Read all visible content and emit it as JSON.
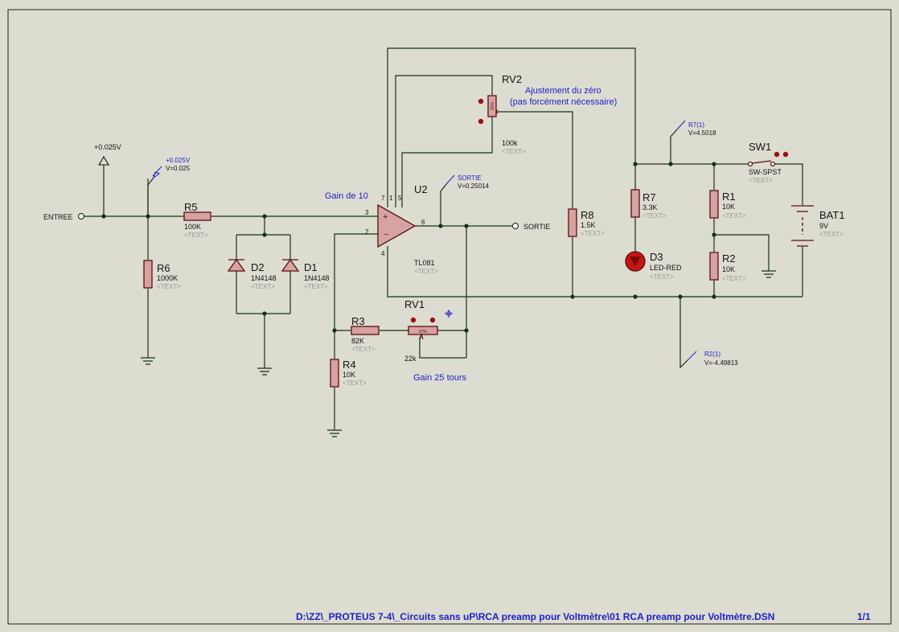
{
  "components": {
    "R5": {
      "ref": "R5",
      "value": "100K",
      "text": "<TEXT>"
    },
    "R6": {
      "ref": "R6",
      "value": "1000K",
      "text": "<TEXT>"
    },
    "D2": {
      "ref": "D2",
      "value": "1N4148",
      "text": "<TEXT>"
    },
    "D1": {
      "ref": "D1",
      "value": "1N4148",
      "text": "<TEXT>"
    },
    "R4": {
      "ref": "R4",
      "value": "10K",
      "text": "<TEXT>"
    },
    "R3": {
      "ref": "R3",
      "value": "82K",
      "text": "<TEXT>"
    },
    "RV1": {
      "ref": "RV1",
      "value": "22k",
      "wiper": "97%"
    },
    "RV2": {
      "ref": "RV2",
      "value": "100k",
      "text": "<TEXT>",
      "wiper": "50%"
    },
    "U2": {
      "ref": "U2",
      "value": "TL081",
      "text": "<TEXT>"
    },
    "R8": {
      "ref": "R8",
      "value": "1.5K",
      "text": "<TEXT>"
    },
    "R7": {
      "ref": "R7",
      "value": "3.3K",
      "text": "<TEXT>"
    },
    "D3": {
      "ref": "D3",
      "value": "LED-RED",
      "text": "<TEXT>"
    },
    "R1": {
      "ref": "R1",
      "value": "10K",
      "text": "<TEXT>"
    },
    "R2": {
      "ref": "R2",
      "value": "10K",
      "text": "<TEXT>"
    },
    "SW1": {
      "ref": "SW1",
      "value": "SW-SPST",
      "text": "<TEXT>"
    },
    "BAT1": {
      "ref": "BAT1",
      "value": "9V",
      "text": "<TEXT>"
    }
  },
  "pins": {
    "p7": "7",
    "p1": "1",
    "p5": "5",
    "p3": "3",
    "p2": "2",
    "p4": "4",
    "p6": "6"
  },
  "terminals": {
    "entree": "ENTREE",
    "sortie": "SORTIE",
    "power": "+0.025V"
  },
  "probes": {
    "in": {
      "name": "+0.025V",
      "value": "V=0.025"
    },
    "out": {
      "name": "SORTIE",
      "value": "V=0.25014"
    },
    "r7": {
      "name": "R7(1)",
      "value": "V=4.5018"
    },
    "r2": {
      "name": "R2(1)",
      "value": "V=-4.49813"
    }
  },
  "notes": {
    "gain10": "Gain de 10",
    "gain25": "Gain 25 tours",
    "zero1": "Ajustement du zéro",
    "zero2": "(pas forcément nécessaire)"
  },
  "footer": {
    "path": "D:\\ZZ\\_PROTEUS 7-4\\_Circuits sans uP\\RCA preamp pour Voltmètre\\01 RCA preamp pour Voltmètre.DSN",
    "page": "1/1"
  },
  "colors": {
    "background": "#dcdcd0",
    "wire": "#143214",
    "component": "#5a1010",
    "annotation": "#1e1ec8",
    "led": "#c81414"
  }
}
